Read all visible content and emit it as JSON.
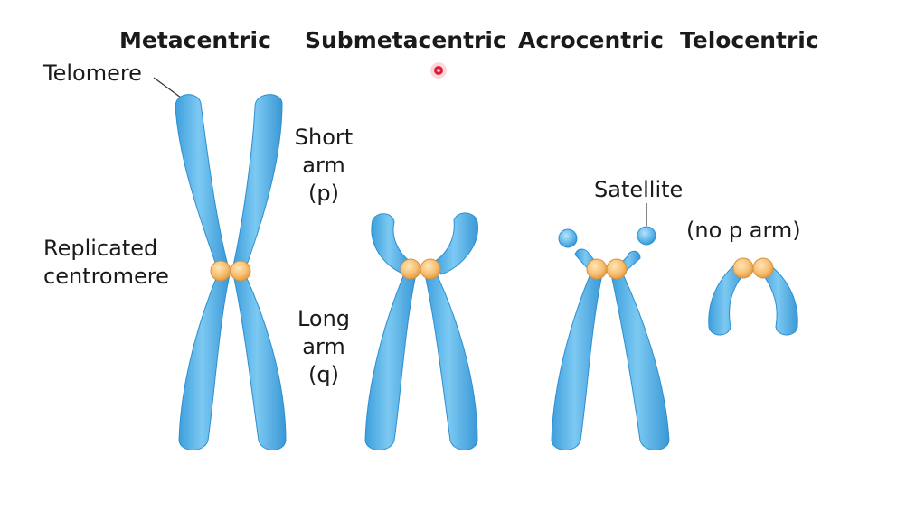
{
  "titles": {
    "metacentric": "Metacentric",
    "submetacentric": "Submetacentric",
    "acrocentric": "Acrocentric",
    "telocentric": "Telocentric"
  },
  "labels": {
    "telomere": "Telomere",
    "short_arm_1": "Short",
    "short_arm_2": "arm",
    "short_arm_3": "(p)",
    "centromere_1": "Replicated",
    "centromere_2": "centromere",
    "long_arm_1": "Long",
    "long_arm_2": "arm",
    "long_arm_3": "(q)",
    "satellite": "Satellite",
    "no_p_arm": "(no p arm)"
  },
  "colors": {
    "chromosome": "#5fb7ea",
    "chromosome_dark": "#2f8fcf",
    "chromosome_light": "#a9ddfa",
    "centromere": "#f7c27a",
    "centromere_dark": "#d8913a",
    "cursor": "#e0203a",
    "text": "#1a1a1a"
  }
}
